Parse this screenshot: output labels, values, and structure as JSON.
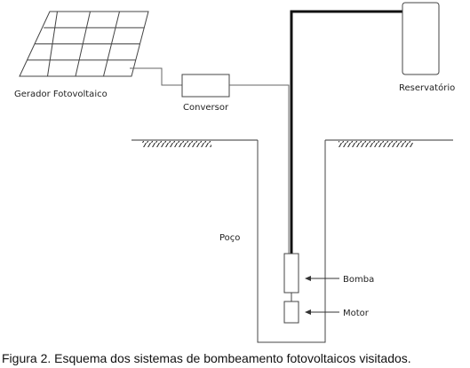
{
  "labels": {
    "solar_panel": "Gerador Fotovoltaico",
    "converter": "Conversor",
    "reservoir": "Reservatório",
    "well": "Poço",
    "pump": "Bomba",
    "motor": "Motor"
  },
  "caption": "Figura 2. Esquema dos sistemas de bombeamento fotovoltaicos visitados."
}
